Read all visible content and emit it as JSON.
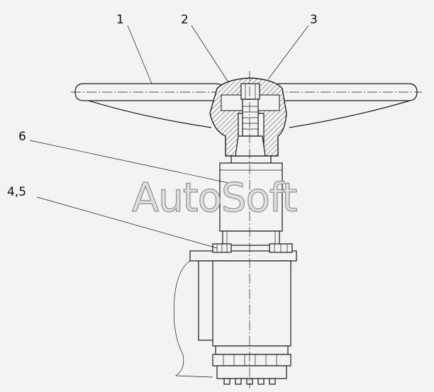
{
  "diagram": {
    "labels": [
      "1",
      "2",
      "3",
      "6",
      "4,5"
    ],
    "watermark": "AutoSoft"
  },
  "colors": {
    "background": "#f3f3f1",
    "line": "#1a1a1a",
    "watermark_fill": "#e0e0de",
    "watermark_stroke": "#8e8e8c"
  }
}
